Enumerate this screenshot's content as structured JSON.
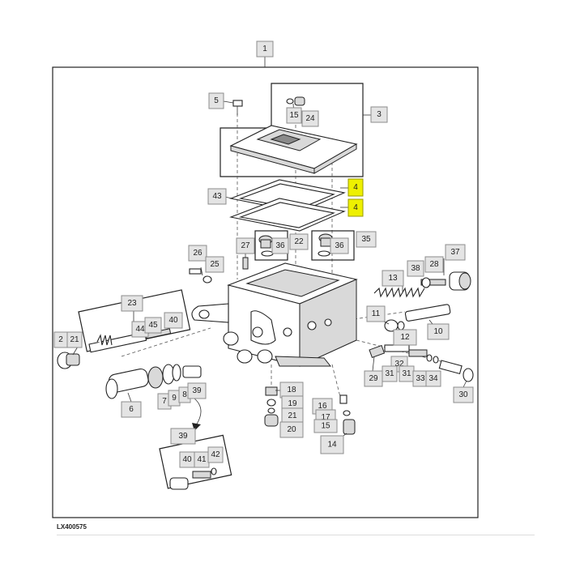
{
  "image_ref": "LX400575",
  "callouts": [
    {
      "label": "1"
    },
    {
      "label": "5"
    },
    {
      "label": "15"
    },
    {
      "label": "24"
    },
    {
      "label": "3"
    },
    {
      "label": "43"
    },
    {
      "label": "4"
    },
    {
      "label": "4"
    },
    {
      "label": "26"
    },
    {
      "label": "25"
    },
    {
      "label": "27"
    },
    {
      "label": "36"
    },
    {
      "label": "22"
    },
    {
      "label": "36"
    },
    {
      "label": "35"
    },
    {
      "label": "37"
    },
    {
      "label": "38"
    },
    {
      "label": "28"
    },
    {
      "label": "13"
    },
    {
      "label": "23"
    },
    {
      "label": "44"
    },
    {
      "label": "45"
    },
    {
      "label": "40"
    },
    {
      "label": "2"
    },
    {
      "label": "21"
    },
    {
      "label": "11"
    },
    {
      "label": "10"
    },
    {
      "label": "12"
    },
    {
      "label": "32"
    },
    {
      "label": "29"
    },
    {
      "label": "31"
    },
    {
      "label": "31"
    },
    {
      "label": "33"
    },
    {
      "label": "34"
    },
    {
      "label": "30"
    },
    {
      "label": "6"
    },
    {
      "label": "7"
    },
    {
      "label": "9"
    },
    {
      "label": "8"
    },
    {
      "label": "39"
    },
    {
      "label": "18"
    },
    {
      "label": "19"
    },
    {
      "label": "21"
    },
    {
      "label": "20"
    },
    {
      "label": "16"
    },
    {
      "label": "17"
    },
    {
      "label": "15"
    },
    {
      "label": "14"
    },
    {
      "label": "39"
    },
    {
      "label": "40"
    },
    {
      "label": "41"
    },
    {
      "label": "42"
    }
  ],
  "highlight_color": "#eef000"
}
